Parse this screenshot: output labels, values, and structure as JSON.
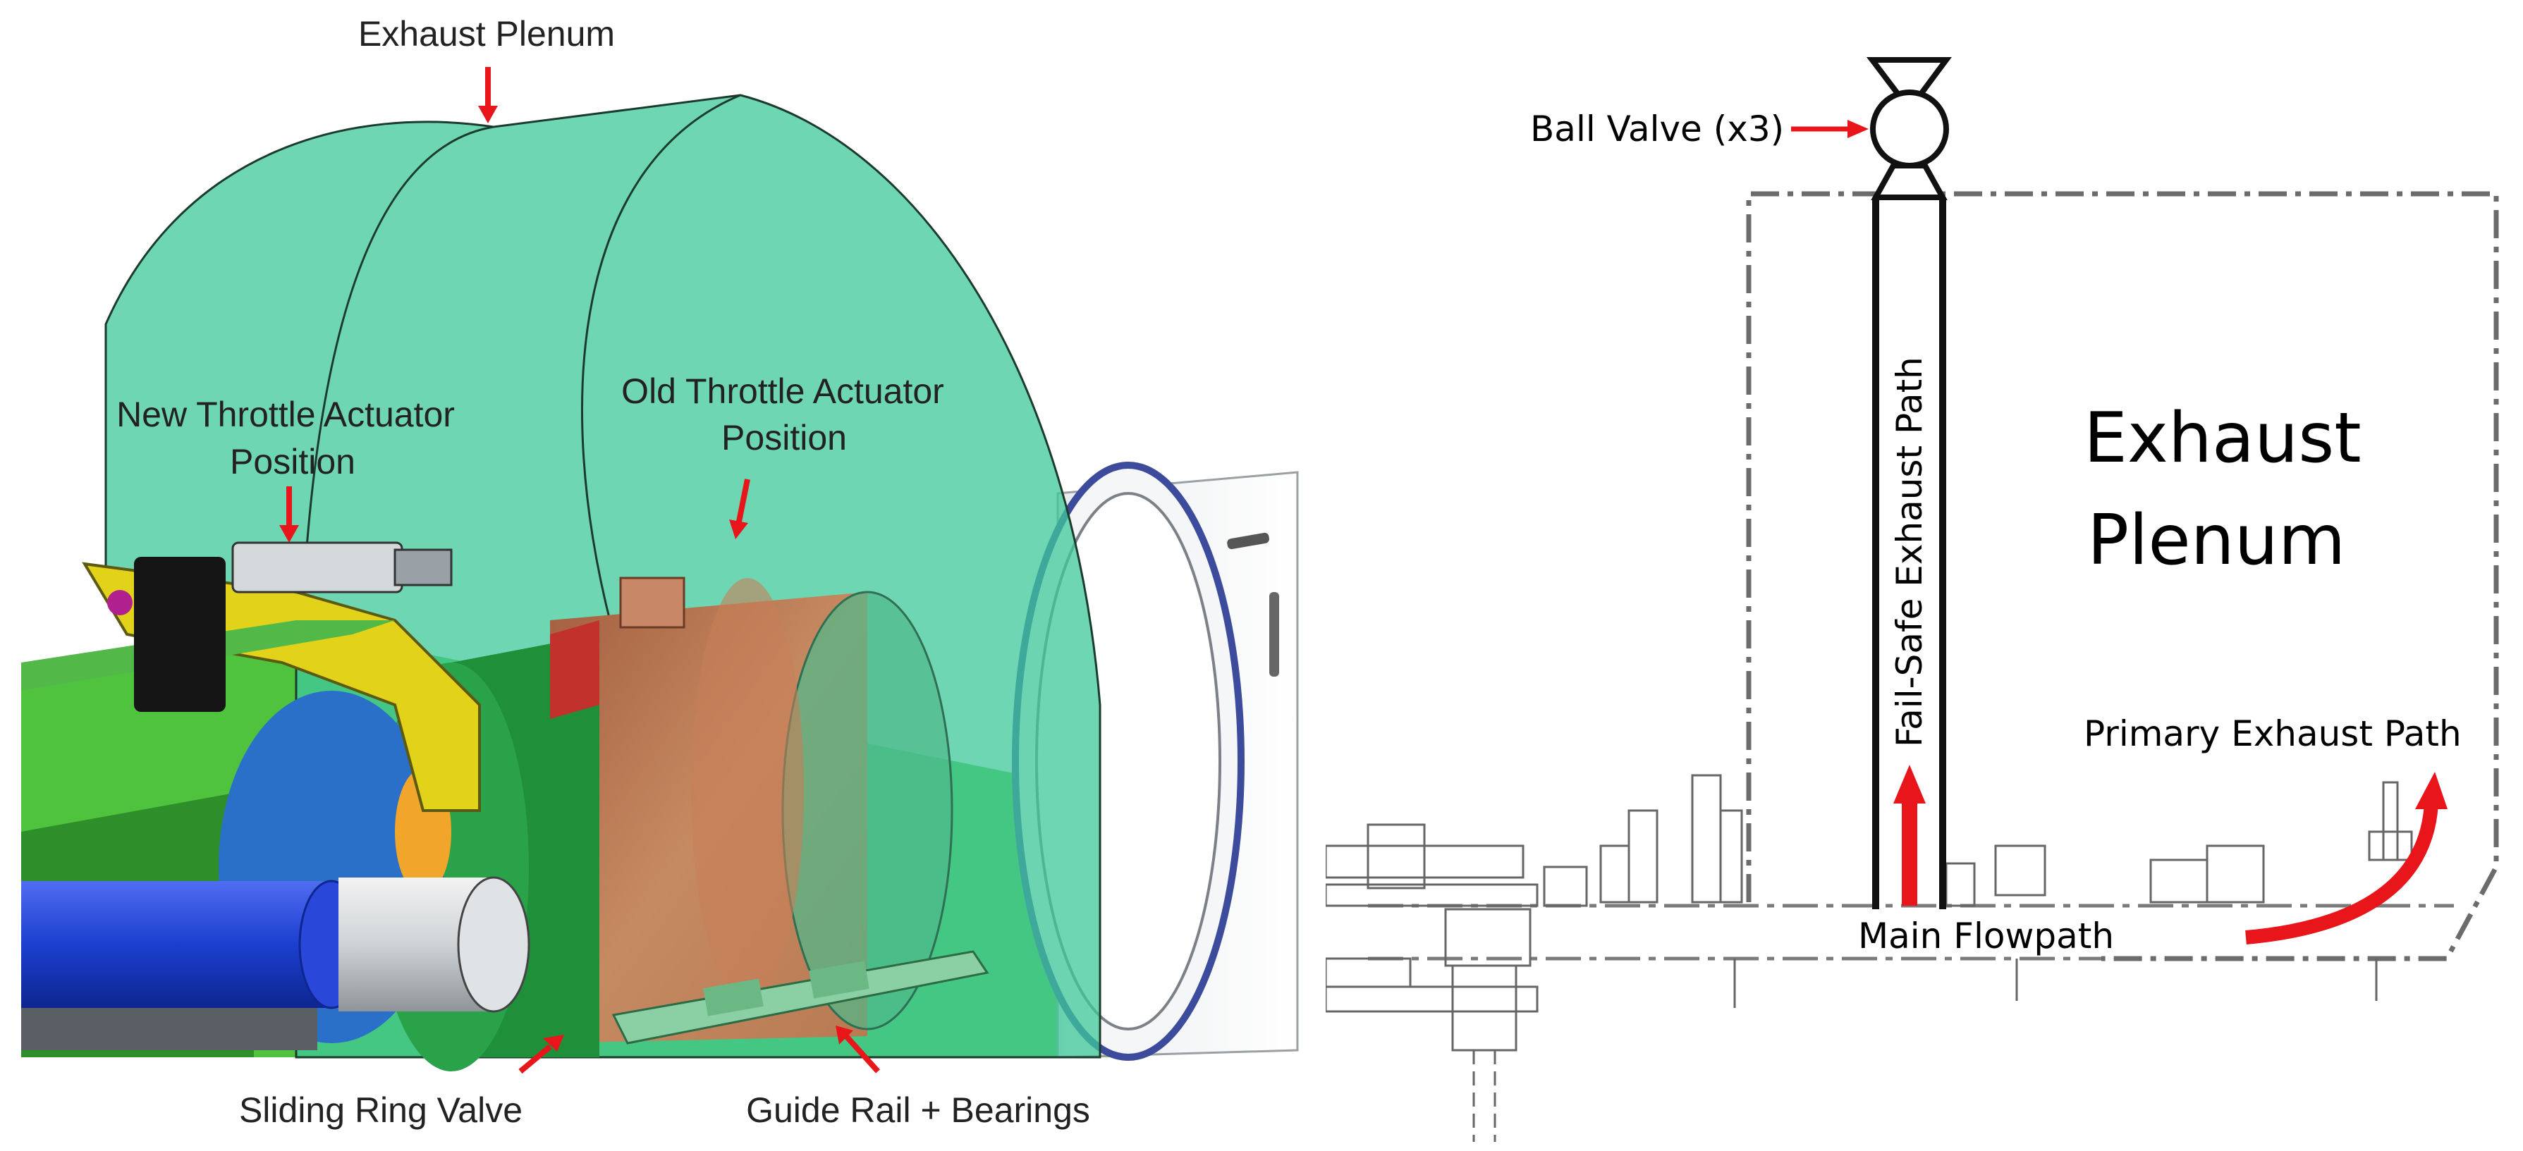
{
  "left_panel": {
    "labels": {
      "exhaust_plenum": "Exhaust Plenum",
      "new_throttle_line1": "New Throttle Actuator",
      "new_throttle_line2": "Position",
      "old_throttle_line1": "Old Throttle Actuator",
      "old_throttle_line2": "Position",
      "sliding_ring_valve": "Sliding Ring Valve",
      "guide_rail": "Guide Rail + Bearings"
    }
  },
  "right_panel": {
    "labels": {
      "ball_valve": "Ball Valve (x3)",
      "plenum_line1": "Exhaust",
      "plenum_line2": "Plenum",
      "fail_safe": "Fail-Safe Exhaust Path",
      "primary": "Primary Exhaust Path",
      "main_flow": "Main Flowpath"
    }
  },
  "colors": {
    "arrow_red": "#e8151b",
    "plenum_green": "#3fc89a",
    "dark_green": "#1f8f3a",
    "copper": "#b8734f",
    "blue_shaft": "#1c3fd0",
    "bracket_yellow": "#e3d21a"
  }
}
